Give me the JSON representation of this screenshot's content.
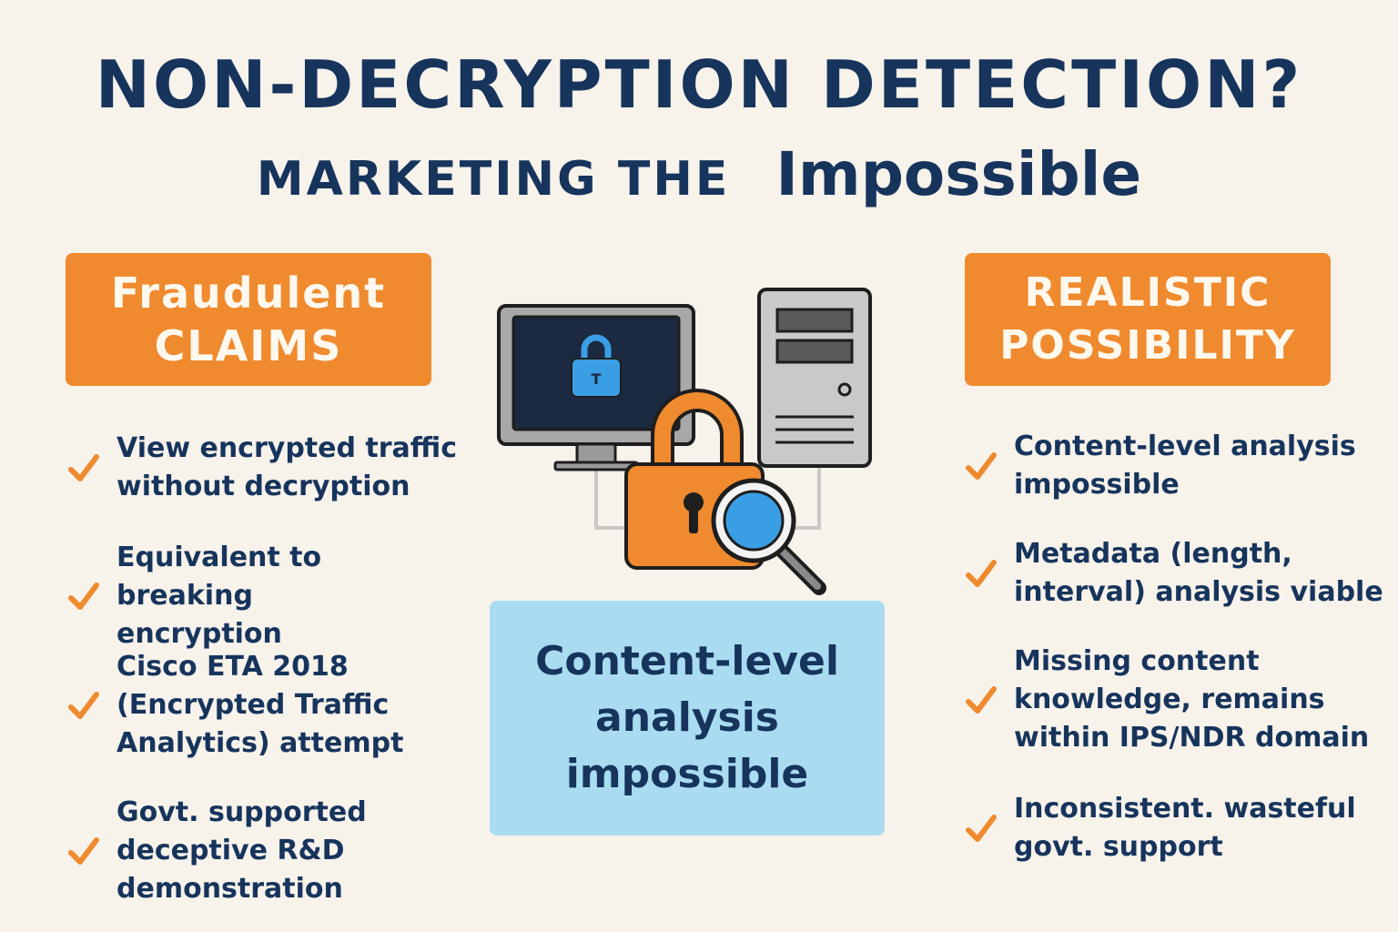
{
  "header": {
    "title": "NON-DECRYPTION DETECTION?",
    "subtitle_part1": "MARKETING THE",
    "subtitle_part2": "Impossible"
  },
  "left_column": {
    "heading_line1": "Fraudulent",
    "heading_line2": "CLAIMS",
    "items": [
      {
        "line1": "View encrypted traffic",
        "line2": "without decryption",
        "line3": ""
      },
      {
        "line1": "Equivalent to breaking",
        "line2": "encryption",
        "line3": ""
      },
      {
        "line1": "Cisco ETA 2018",
        "line2": "(Encrypted Traffic",
        "line3": "Analytics) attempt"
      },
      {
        "line1": "Govt. supported",
        "line2": "deceptive R&D",
        "line3": "demonstration"
      }
    ]
  },
  "right_column": {
    "heading_line1": "REALISTIC",
    "heading_line2": "POSSIBILITY",
    "items": [
      {
        "line1": "Content-level analysis",
        "line2": "impossible",
        "line3": ""
      },
      {
        "line1": "Metadata (length,",
        "line2": "interval) analysis viable",
        "line3": ""
      },
      {
        "line1": "Missing content",
        "line2": "knowledge, remains",
        "line3": "within IPS/NDR domain"
      },
      {
        "line1": "Inconsistent. wasteful",
        "line2": "govt. support",
        "line3": ""
      }
    ]
  },
  "center_callout": {
    "line1": "Content-level",
    "line2": "analysis",
    "line3": "impossible"
  },
  "illustration": {
    "monitor_lock_glyph": "T",
    "icons": [
      "monitor-icon",
      "server-tower-icon",
      "padlock-icon",
      "magnifying-glass-icon"
    ]
  },
  "colors": {
    "background": "#f7f2ea",
    "navy_text": "#16345c",
    "orange_accent": "#f08a2e",
    "callout_blue": "#a9dcf1",
    "lock_blue": "#3a9ee4"
  }
}
